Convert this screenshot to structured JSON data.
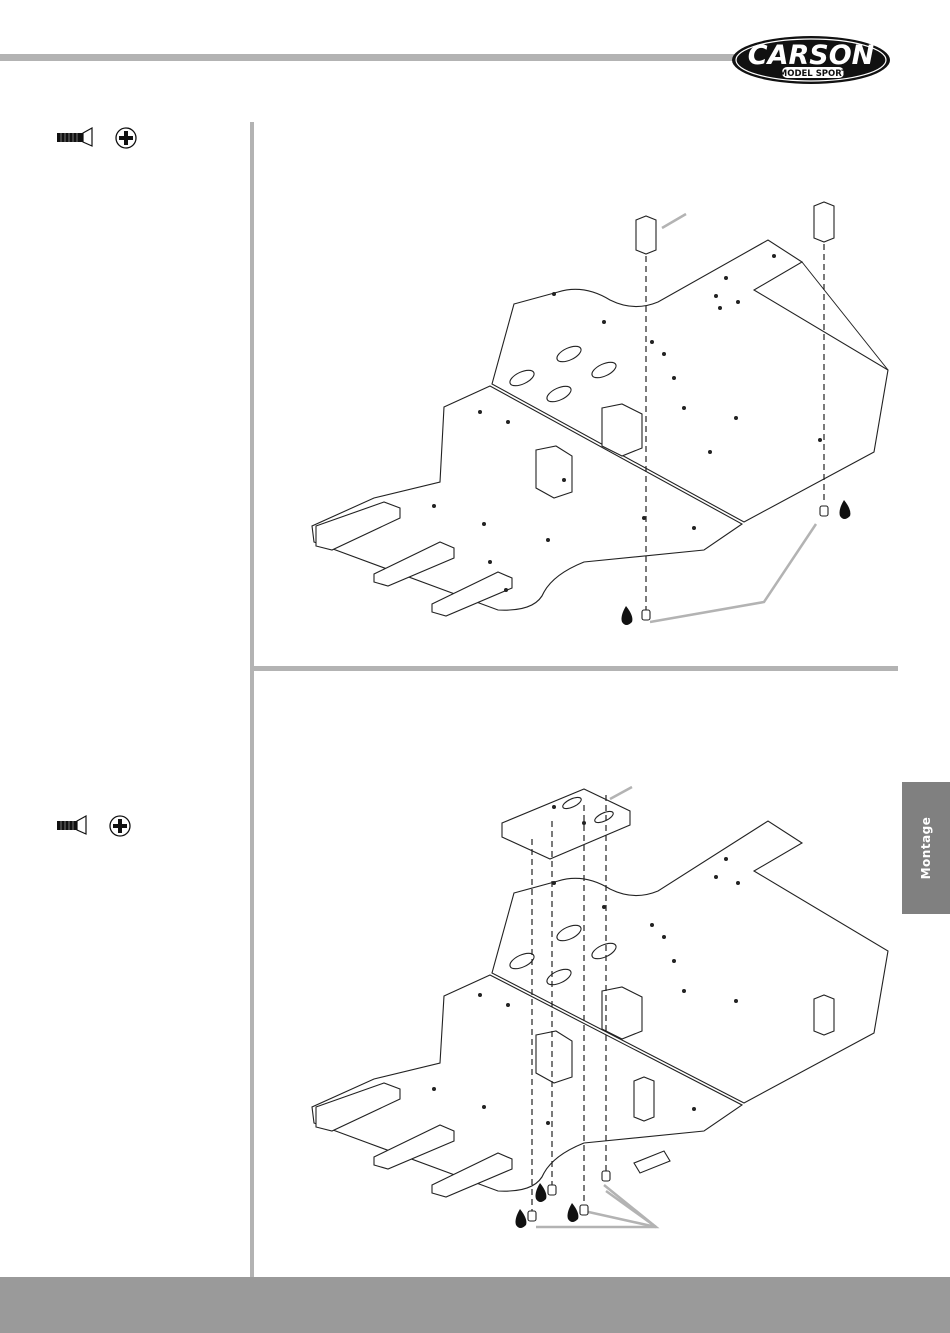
{
  "brand": {
    "name": "CARSON",
    "tagline": "MODEL SPORT"
  },
  "side_tab": {
    "label": "Montage"
  },
  "steps": [
    {
      "parts": [
        "countersunk-screw-icon",
        "phillips-head-icon"
      ]
    },
    {
      "parts": [
        "countersunk-screw-icon",
        "phillips-head-icon"
      ]
    }
  ],
  "colors": {
    "rule": "#b3b3b3",
    "tab": "#808080",
    "footer": "#9a9a9a",
    "line": "#222222"
  }
}
